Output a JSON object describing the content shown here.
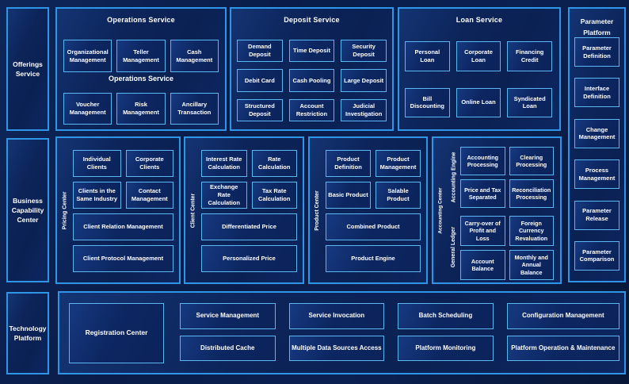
{
  "colors": {
    "background": "#0a1d4a",
    "panel_fill": "#0c2459",
    "panel_border": "#2f95e6",
    "box_border": "#5ab7f2",
    "text": "#ffffff"
  },
  "rails": {
    "offerings": "Offerings Service",
    "business": "Business Capability Center",
    "technology": "Technology Platform"
  },
  "operations": {
    "title": "Operations Service",
    "subtitle": "Operations Service",
    "row1": [
      "Organizational Management",
      "Teller Management",
      "Cash Management"
    ],
    "row2": [
      "Voucher Management",
      "Risk Management",
      "Ancillary Transaction"
    ]
  },
  "deposit": {
    "title": "Deposit Service",
    "items": [
      "Demand Deposit",
      "Time Deposit",
      "Security Deposit",
      "Debit Card",
      "Cash Pooling",
      "Large Deposit",
      "Structured Deposit",
      "Account Restriction",
      "Judicial Investigation"
    ]
  },
  "loan": {
    "title": "Loan Service",
    "items": [
      "Personal Loan",
      "Corporate Loan",
      "Financing Credit",
      "Bill Discounting",
      "Online Loan",
      "Syndicated Loan"
    ]
  },
  "parameter": {
    "title_line1": "Parameter",
    "title_line2": "Platform",
    "items": [
      "Parameter Definition",
      "Interface Definition",
      "Change Management",
      "Process Management",
      "Parameter Release",
      "Parameter Comparison"
    ]
  },
  "pricing": {
    "label": "Pricing Center",
    "items": [
      "Individual Clients",
      "Corporate Clients",
      "Clients in the Same Industry",
      "Contact Management"
    ],
    "wide": [
      "Client Relation Management",
      "Client Protocol Management"
    ]
  },
  "client": {
    "label": "Client Center",
    "items": [
      "Interest Rate Calculation",
      "Rate Calculation",
      "Exchange Rate Calculation",
      "Tax Rate Calculation"
    ],
    "wide": [
      "Differentiated Price",
      "Personalized Price"
    ]
  },
  "product": {
    "label": "Product Center",
    "items": [
      "Product Definition",
      "Product Management",
      "Basic Product",
      "Salable Product"
    ],
    "wide": [
      "Combined Product",
      "Product Engine"
    ]
  },
  "accounting": {
    "center_label": "Accounting Center",
    "engine_label": "Accounting Engine",
    "ledger_label": "General Ledger",
    "engine_items": [
      "Accounting Processing",
      "Clearing Processing",
      "Price and Tax Separated",
      "Reconciliation Processing"
    ],
    "ledger_items": [
      "Carry-over of Profit and Loss",
      "Foreign Currency Revaluation",
      "Account Balance",
      "Monthly and Annual Balance"
    ]
  },
  "technology": {
    "registration": "Registration Center",
    "row1": [
      "Service Management",
      "Service Invocation",
      "Batch Scheduling",
      "Configuration Management"
    ],
    "row2": [
      "Distributed Cache",
      "Multiple Data Sources Access",
      "Platform Monitoring",
      "Platform Operation & Maintenance"
    ]
  }
}
